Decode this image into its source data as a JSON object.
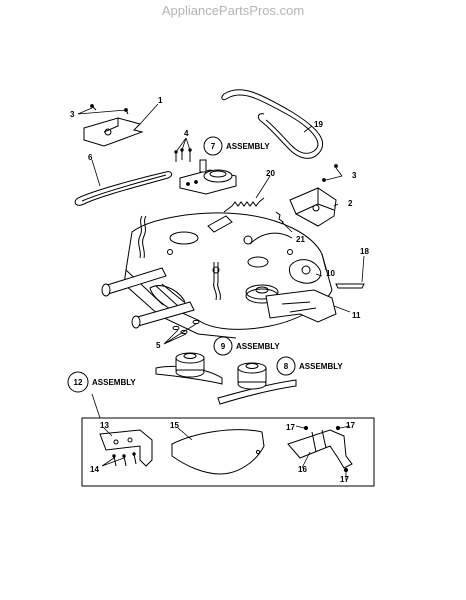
{
  "watermark": "AppliancePartsPros.com",
  "assembly_word": "ASSEMBLY",
  "callouts": {
    "c1": "1",
    "c2": "2",
    "c3a": "3",
    "c3b": "3",
    "c4": "4",
    "c5": "5",
    "c6": "6",
    "c7": "7",
    "c8": "8",
    "c9": "9",
    "c10": "10",
    "c11": "11",
    "c12": "12",
    "c13": "13",
    "c14": "14",
    "c15": "15",
    "c16": "16",
    "c17a": "17",
    "c17b": "17",
    "c17c": "17",
    "c18": "18",
    "c19": "19",
    "c20": "20",
    "c21": "21"
  }
}
